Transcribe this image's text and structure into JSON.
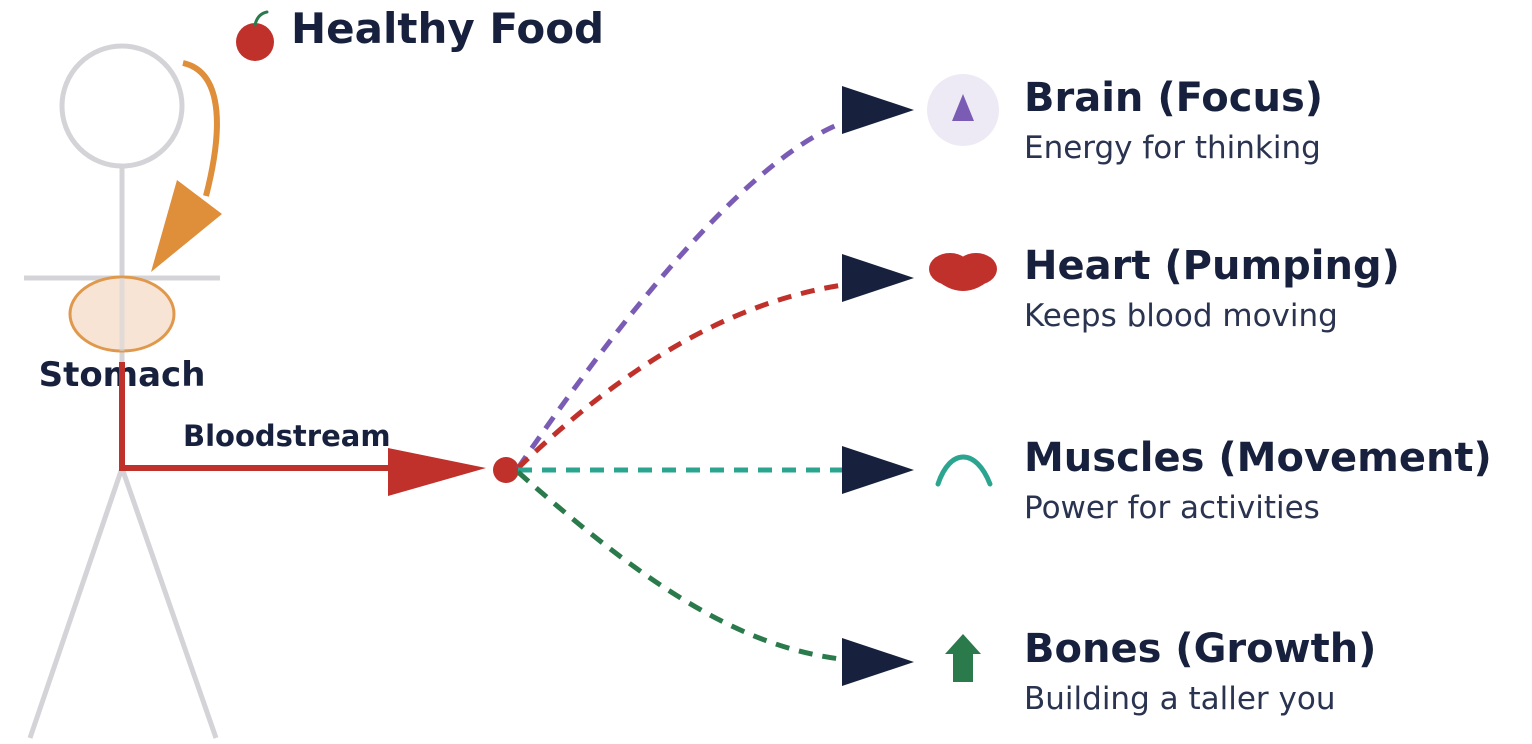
{
  "food": {
    "label": "Healthy Food",
    "icon": "apple-icon",
    "color": "#c0312b"
  },
  "stomach": {
    "label": "Stomach",
    "fill": "#f7e4d4",
    "stroke": "#e0994c"
  },
  "bloodstream": {
    "label": "Bloodstream",
    "color": "#c0312b"
  },
  "body_figure_color": "#d4d4d8",
  "food_arrow_color": "#df8e3a",
  "arrowhead_color": "#17213d",
  "organs": [
    {
      "title": "Brain (Focus)",
      "subtitle": "Energy for thinking",
      "icon": "brain-icon",
      "color": "#7b5cb5"
    },
    {
      "title": "Heart (Pumping)",
      "subtitle": "Keeps blood moving",
      "icon": "heart-icon",
      "color": "#c0312b"
    },
    {
      "title": "Muscles (Movement)",
      "subtitle": "Power for activities",
      "icon": "muscle-icon",
      "color": "#2ba58f"
    },
    {
      "title": "Bones (Growth)",
      "subtitle": "Building a taller you",
      "icon": "up-arrow-icon",
      "color": "#2a7a4b"
    }
  ]
}
